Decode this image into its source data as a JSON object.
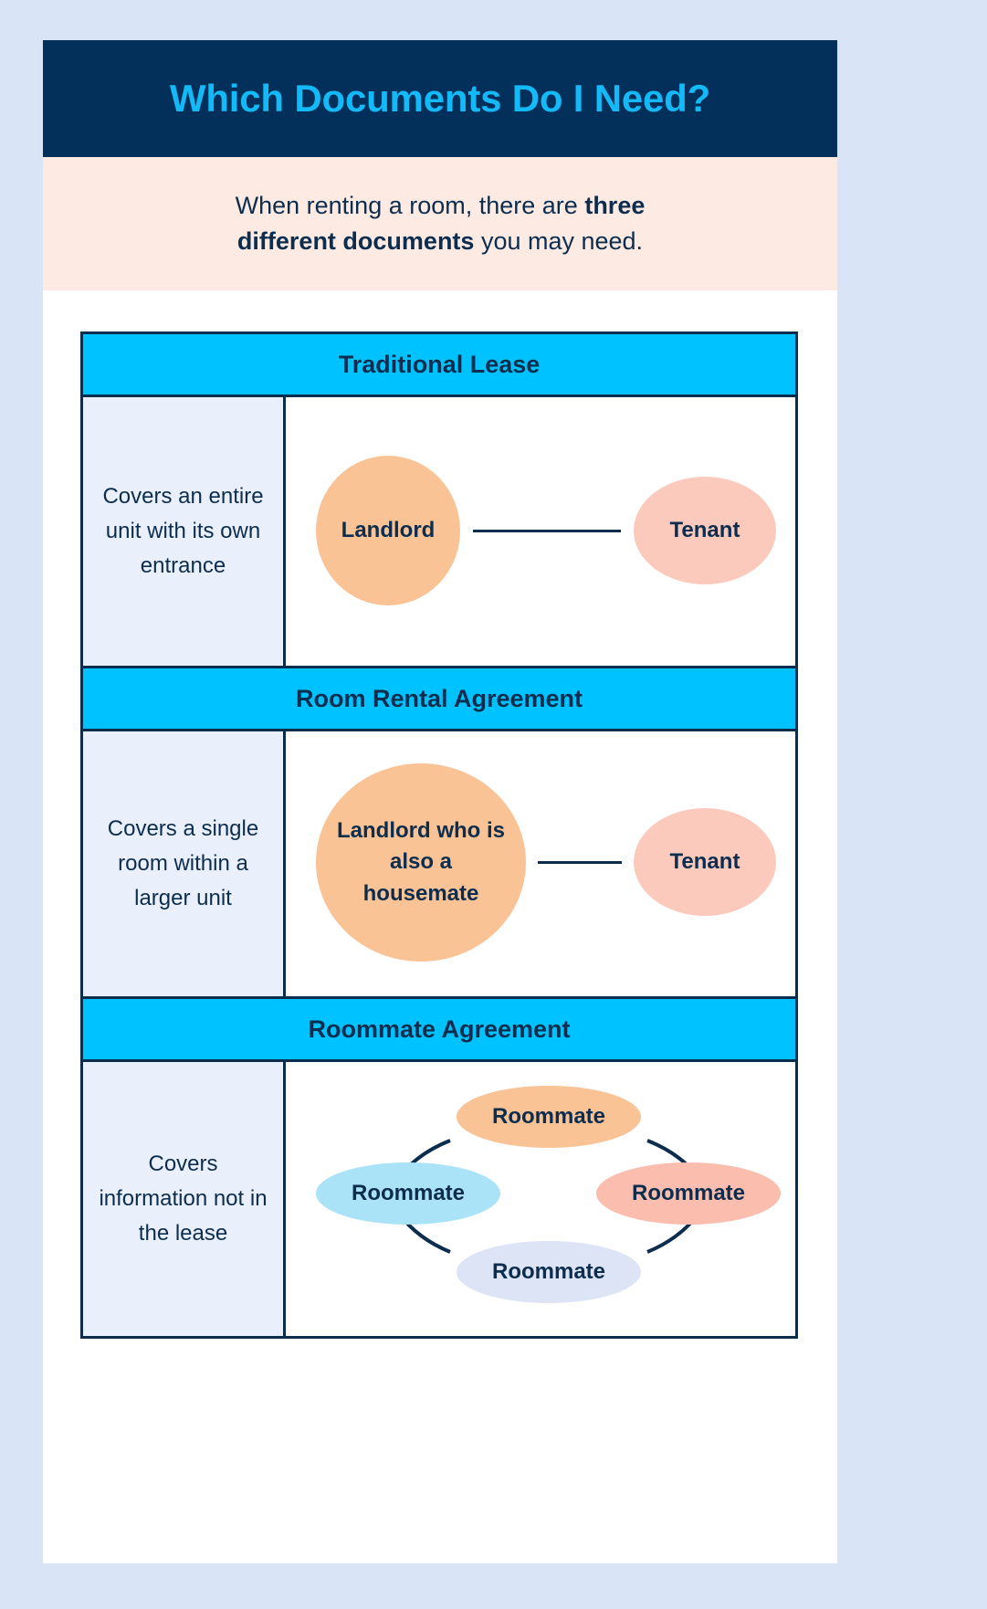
{
  "page": {
    "background_color": "#dae4f7",
    "card_background": "#ffffff"
  },
  "header": {
    "title": "Which Documents Do I Need?",
    "background_color": "#03305a",
    "title_color": "#14b9f7"
  },
  "subtitle": {
    "background_color": "#fdeae3",
    "text_color": "#0d2d4e",
    "part1": "When renting a room, there are ",
    "bold1": "three different documents",
    "part2": " you may need."
  },
  "table": {
    "border_color": "#0d2d4e",
    "section_header_color": "#00c2ff",
    "desc_cell_color": "#eaf0fb",
    "sections": [
      {
        "title": "Traditional Lease",
        "description": "Covers an entire unit with its own entrance",
        "diagram": {
          "type": "two-party-link",
          "nodes": [
            {
              "label": "Landlord",
              "color": "#f9c396"
            },
            {
              "label": "Tenant",
              "color": "#fbcabd"
            }
          ]
        }
      },
      {
        "title": "Room Rental Agreement",
        "description": "Covers a single room within a larger unit",
        "diagram": {
          "type": "two-party-link",
          "nodes": [
            {
              "label": "Landlord who is also a housemate",
              "color": "#f9c396"
            },
            {
              "label": "Tenant",
              "color": "#fbcabd"
            }
          ]
        }
      },
      {
        "title": "Roommate Agreement",
        "description": "Covers information not in the lease",
        "diagram": {
          "type": "four-party-cycle",
          "nodes": [
            {
              "label": "Roommate",
              "color": "#f9c396",
              "position": "top"
            },
            {
              "label": "Roommate",
              "color": "#aae3f7",
              "position": "left"
            },
            {
              "label": "Roommate",
              "color": "#fbbdae",
              "position": "right"
            },
            {
              "label": "Roommate",
              "color": "#dde4f5",
              "position": "bottom"
            }
          ]
        }
      }
    ]
  }
}
